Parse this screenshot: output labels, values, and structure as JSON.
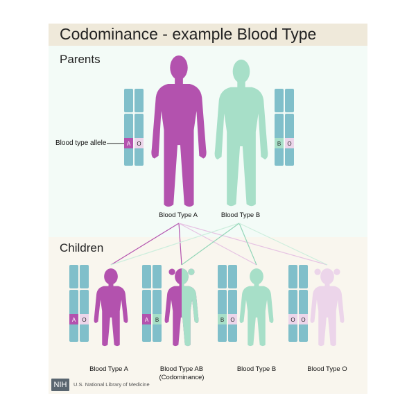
{
  "title": "Codominance - example Blood Type",
  "parents": {
    "heading": "Parents",
    "allele_label": "Blood type allele",
    "items": [
      {
        "label": "Blood Type A",
        "alleles": [
          "A",
          "O"
        ]
      },
      {
        "label": "Blood Type B",
        "alleles": [
          "B",
          "O"
        ]
      }
    ]
  },
  "children": {
    "heading": "Children",
    "items": [
      {
        "label": "Blood Type A",
        "alleles": [
          "A",
          "O"
        ]
      },
      {
        "label": "Blood Type AB",
        "sublabel": "(Codominance)",
        "alleles": [
          "A",
          "B"
        ]
      },
      {
        "label": "Blood Type B",
        "alleles": [
          "B",
          "O"
        ]
      },
      {
        "label": "Blood Type O",
        "alleles": [
          "O",
          "O"
        ]
      }
    ]
  },
  "footer": {
    "logo": "NIH",
    "text": "U.S. National Library of Medicine"
  },
  "colors": {
    "type_a": "#b352ae",
    "type_b": "#a7dfc8",
    "type_o": "#ecd5ea",
    "chromosome": "#80bfca",
    "title_bg": "#efe9da"
  }
}
